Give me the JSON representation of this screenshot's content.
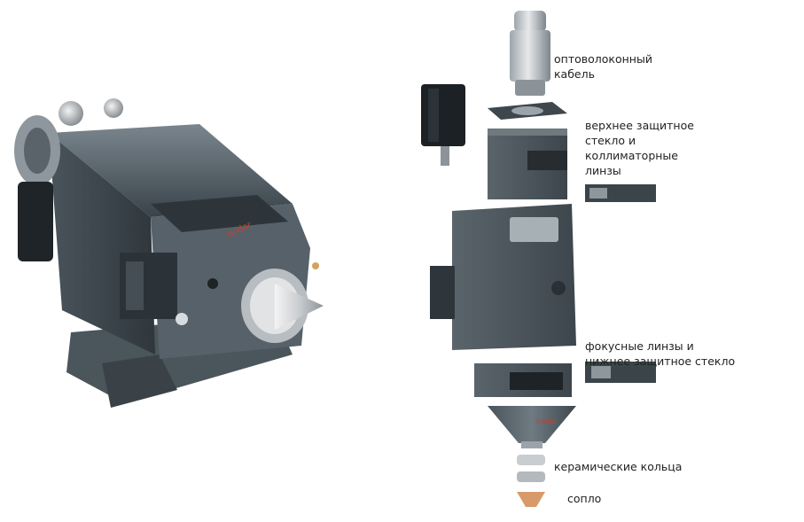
{
  "labels": {
    "fiber_cable": [
      "оптоволоконный",
      "кабель"
    ],
    "upper_glass": [
      "верхнее защитное",
      "стекло и",
      "коллиматорные",
      "линзы"
    ],
    "focus_lens": [
      "фокусные линзы и",
      "нижнее защитное стекло"
    ],
    "ceramic_rings": "керамические кольца",
    "nozzle": "сопло"
  },
  "brand_mark": "bodor",
  "colors": {
    "metal_dark": "#3c454c",
    "metal_mid": "#5d6870",
    "metal_light": "#9aa6ae",
    "accent_red": "#c8402a",
    "nozzle_copper": "#d89a6a"
  }
}
